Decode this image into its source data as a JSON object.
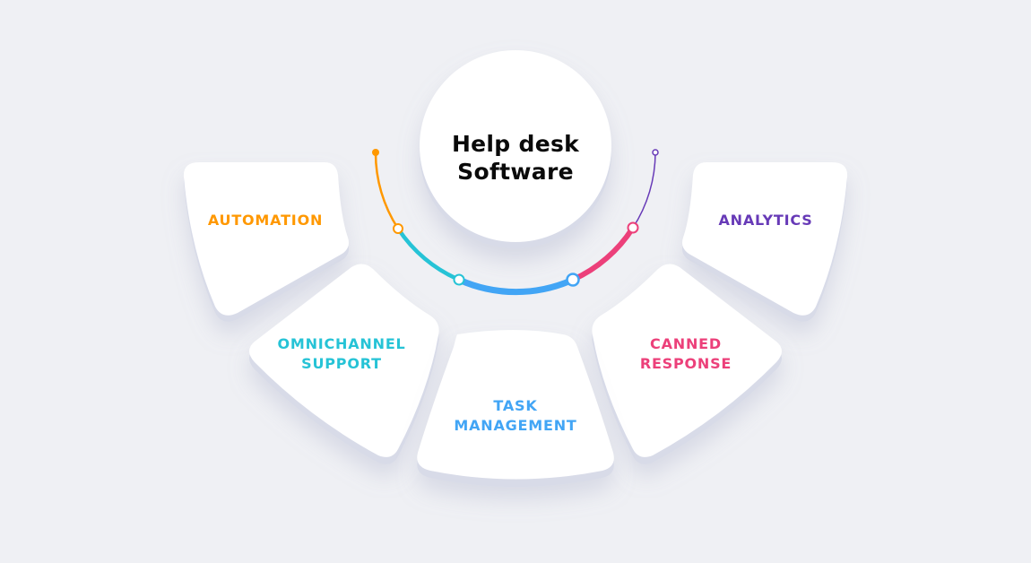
{
  "hub": {
    "title_line1": "Help desk",
    "title_line2": "Software"
  },
  "features": [
    {
      "id": "automation",
      "label_line1": "AUTOMATION",
      "label_line2": "",
      "color": "#ff9800"
    },
    {
      "id": "omnichannel",
      "label_line1": "OMNICHANNEL",
      "label_line2": "SUPPORT",
      "color": "#26c3d6"
    },
    {
      "id": "task",
      "label_line1": "TASK",
      "label_line2": "MANAGEMENT",
      "color": "#42a5f5"
    },
    {
      "id": "canned",
      "label_line1": "CANNED",
      "label_line2": "RESPONSE",
      "color": "#ec407a"
    },
    {
      "id": "analytics",
      "label_line1": "ANALYTICS",
      "label_line2": "",
      "color": "#673ab7"
    }
  ],
  "colors": {
    "background": "#eff0f4",
    "card": "#ffffff",
    "card_edge": "#d8dbe8",
    "hub_text": "#0a0a0a"
  }
}
